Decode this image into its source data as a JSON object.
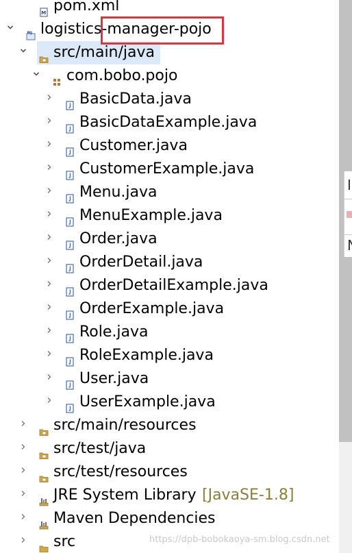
{
  "tree": {
    "rows": [
      {
        "label": "pom.xml",
        "twisty": "",
        "icon": "xml-file-icon",
        "indent": 1
      },
      {
        "label": "logistics-manager-pojo",
        "twisty": "expanded",
        "icon": "maven-project-icon",
        "indent": 0
      },
      {
        "label": "src/main/java",
        "twisty": "expanded",
        "icon": "source-folder-icon",
        "indent": 1,
        "selected": true
      },
      {
        "label": "com.bobo.pojo",
        "twisty": "expanded",
        "icon": "package-icon",
        "indent": 2
      },
      {
        "label": "BasicData.java",
        "twisty": "collapsed",
        "icon": "java-file-icon",
        "indent": 3
      },
      {
        "label": "BasicDataExample.java",
        "twisty": "collapsed",
        "icon": "java-file-icon",
        "indent": 3
      },
      {
        "label": "Customer.java",
        "twisty": "collapsed",
        "icon": "java-file-icon",
        "indent": 3
      },
      {
        "label": "CustomerExample.java",
        "twisty": "collapsed",
        "icon": "java-file-icon",
        "indent": 3
      },
      {
        "label": "Menu.java",
        "twisty": "collapsed",
        "icon": "java-file-icon",
        "indent": 3
      },
      {
        "label": "MenuExample.java",
        "twisty": "collapsed",
        "icon": "java-file-icon",
        "indent": 3
      },
      {
        "label": "Order.java",
        "twisty": "collapsed",
        "icon": "java-file-icon",
        "indent": 3
      },
      {
        "label": "OrderDetail.java",
        "twisty": "collapsed",
        "icon": "java-file-icon",
        "indent": 3
      },
      {
        "label": "OrderDetailExample.java",
        "twisty": "collapsed",
        "icon": "java-file-icon",
        "indent": 3
      },
      {
        "label": "OrderExample.java",
        "twisty": "collapsed",
        "icon": "java-file-icon",
        "indent": 3
      },
      {
        "label": "Role.java",
        "twisty": "collapsed",
        "icon": "java-file-icon",
        "indent": 3
      },
      {
        "label": "RoleExample.java",
        "twisty": "collapsed",
        "icon": "java-file-icon",
        "indent": 3
      },
      {
        "label": "User.java",
        "twisty": "collapsed",
        "icon": "java-file-icon",
        "indent": 3
      },
      {
        "label": "UserExample.java",
        "twisty": "collapsed",
        "icon": "java-file-icon",
        "indent": 3
      },
      {
        "label": "src/main/resources",
        "twisty": "collapsed",
        "icon": "source-folder-icon",
        "indent": 1
      },
      {
        "label": "src/test/java",
        "twisty": "collapsed",
        "icon": "source-folder-icon",
        "indent": 1
      },
      {
        "label": "src/test/resources",
        "twisty": "collapsed",
        "icon": "source-folder-icon",
        "indent": 1
      },
      {
        "label": "JRE System Library",
        "decoration": "[JavaSE-1.8]",
        "twisty": "collapsed",
        "icon": "library-icon",
        "indent": 1
      },
      {
        "label": "Maven Dependencies",
        "twisty": "collapsed",
        "icon": "library-icon",
        "indent": 1
      },
      {
        "label": "src",
        "twisty": "collapsed",
        "icon": "folder-icon",
        "indent": 1
      }
    ]
  },
  "sidepanel": {
    "char1": "I",
    "char2": "N"
  },
  "watermark": "https://dpb-bobokaoya-sm.blog.csdn.net",
  "colors": {
    "highlight_border": "#d9363e",
    "selection": "#dbe9f8",
    "decoration": "#8b7d3e",
    "java_icon": "#4a6fa5",
    "folder_icon": "#d4a94a",
    "package_icon": "#b07a3b"
  }
}
